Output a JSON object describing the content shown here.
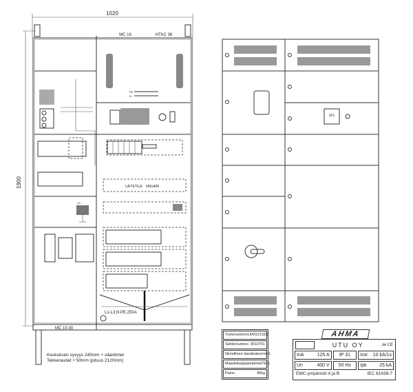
{
  "side_view": {
    "width_dim": "1020",
    "height_dim": "1900",
    "top_labels": [
      "MC 16",
      "HTKC 36"
    ],
    "base_label": "MC 10-30",
    "equipment_space": "LAITETILA",
    "equipment_size": "600x400",
    "busbar_label": "L1-L3,N,PE,250A",
    "pe_label": "PE",
    "n_label": "N",
    "fuse_label": "U1"
  },
  "notes": [
    "Keskuksen syvyys 245mm + vääntimet",
    "Telineraudat + 50mm (pituus 2120mm)"
  ],
  "front_view": {
    "meter_label": "1F1"
  },
  "info_table": [
    {
      "label": "Tuotenumero",
      "value": "LKM12116X"
    },
    {
      "label": "Sähkönumero",
      "value": "3510751"
    },
    {
      "label": "Nimellinen tasoituskerroin",
      "value": "1"
    },
    {
      "label": "Maadoitusjärjestelmä",
      "value": "TN-S"
    },
    {
      "label": "Paino",
      "value": "95kg"
    }
  ],
  "nameplate": {
    "logo": "AHMA",
    "manufacturer": "UTU OY",
    "marks": "ᴊᴍ CE",
    "rows": [
      [
        {
          "k": "InA",
          "v": "125 A"
        },
        {
          "k": "IP 31",
          "v": ""
        },
        {
          "k": "Icw",
          "v": "10 kA/1s"
        }
      ],
      [
        {
          "k": "Un",
          "v": "400 V"
        },
        {
          "k": "50 Hz",
          "v": ""
        },
        {
          "k": "Ipk",
          "v": "25 kA"
        }
      ]
    ],
    "emc": "EMC-ympäristö A ja B",
    "standard": "IEC 61439-7"
  }
}
